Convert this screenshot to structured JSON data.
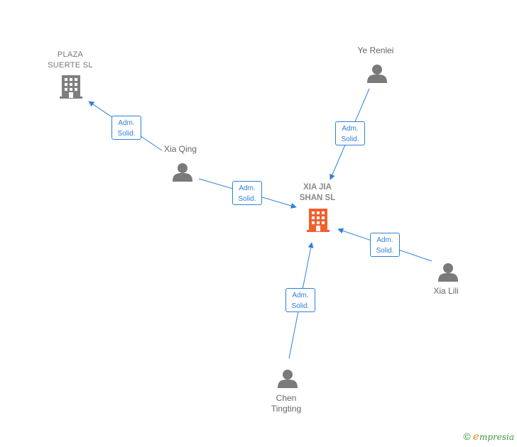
{
  "nodes": {
    "plaza_suerte": {
      "label": "PLAZA\nSUERTE  SL",
      "icon": "building-icon",
      "color": "#7f7f7f"
    },
    "xia_jia_shan": {
      "label": "XIA JIA\nSHAN  SL",
      "icon": "building-icon",
      "color": "#f0602d"
    },
    "ye_renlei": {
      "label": "Ye Renlei",
      "icon": "person-icon"
    },
    "xia_qing": {
      "label": "Xia Qing",
      "icon": "person-icon"
    },
    "xia_lili": {
      "label": "Xia Lili",
      "icon": "person-icon"
    },
    "chen_tingting": {
      "label": "Chen\nTingting",
      "icon": "person-icon"
    }
  },
  "edges": [
    {
      "from": "xia_qing",
      "to": "plaza_suerte",
      "label": "Adm.\nSolid."
    },
    {
      "from": "ye_renlei",
      "to": "xia_jia_shan",
      "label": "Adm.\nSolid."
    },
    {
      "from": "xia_qing",
      "to": "xia_jia_shan",
      "label": "Adm.\nSolid."
    },
    {
      "from": "xia_lili",
      "to": "xia_jia_shan",
      "label": "Adm.\nSolid."
    },
    {
      "from": "chen_tingting",
      "to": "xia_jia_shan",
      "label": "Adm.\nSolid."
    }
  ],
  "colors": {
    "edge": "#2f80d8",
    "person": "#7a7a7a",
    "brand_green": "#3a9a3a",
    "brand_orange": "#f09019"
  },
  "brand": {
    "copyright": "©",
    "e": "e",
    "rest": "mpresia"
  }
}
